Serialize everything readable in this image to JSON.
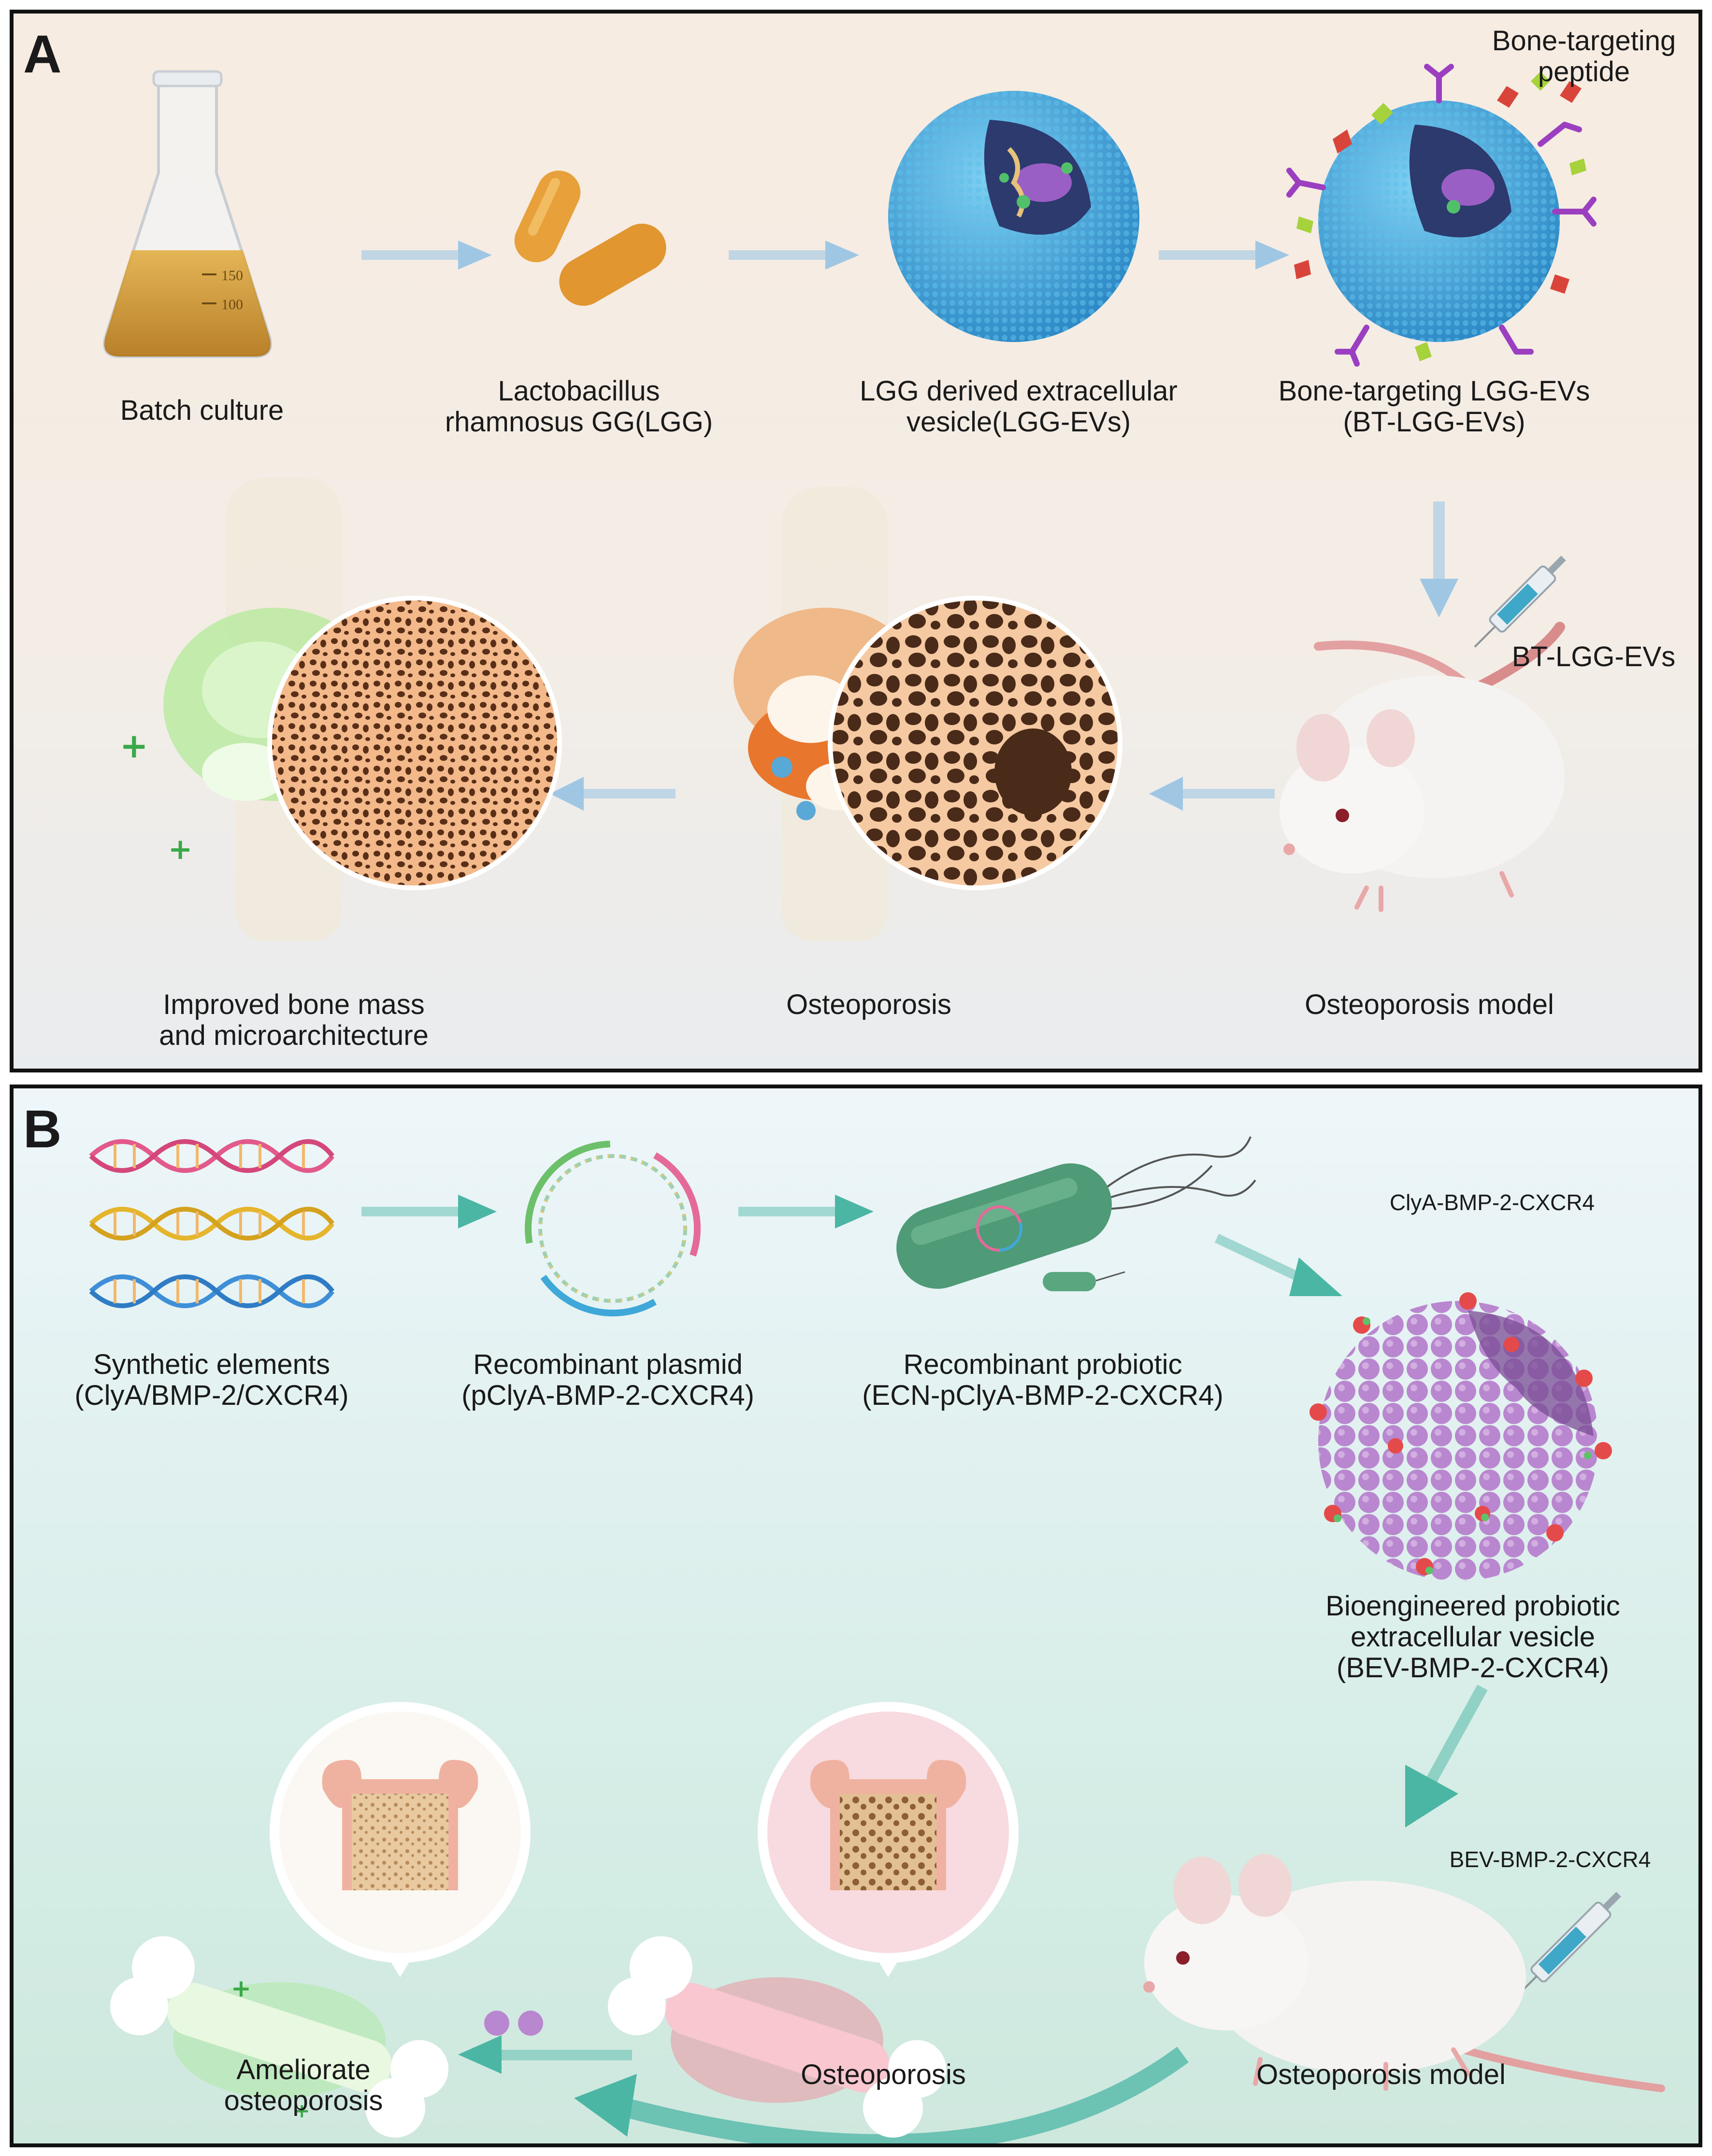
{
  "panels": {
    "A": {
      "letter": "A",
      "labels": {
        "batch_culture": "Batch culture",
        "lgg": [
          "Lactobacillus",
          "rhamnosus GG(LGG)"
        ],
        "lgg_evs": [
          "LGG derived extracellular",
          "vesicle(LGG-EVs)"
        ],
        "bt_lgg_evs": [
          "Bone-targeting LGG-EVs",
          "(BT-LGG-EVs)"
        ],
        "bone_targeting_peptide": [
          "Bone-targeting",
          "peptide"
        ],
        "injection": "BT-LGG-EVs",
        "osteoporosis_model": "Osteoporosis model",
        "osteoporosis": "Osteoporosis",
        "improved": [
          "Improved bone mass",
          "and microarchitecture"
        ]
      },
      "flask_marks": [
        "150",
        "100"
      ]
    },
    "B": {
      "letter": "B",
      "labels": {
        "synthetic": [
          "Synthetic elements",
          "(ClyA/BMP-2/CXCR4)"
        ],
        "plasmid": [
          "Recombinant plasmid",
          "(pClyA-BMP-2-CXCR4)"
        ],
        "probiotic": [
          "Recombinant probiotic",
          "(ECN-pClyA-BMP-2-CXCR4)"
        ],
        "clya": "ClyA-BMP-2-CXCR4",
        "bev": [
          "Bioengineered probiotic",
          "extracellular vesicle",
          "(BEV-BMP-2-CXCR4)"
        ],
        "injection": "BEV-BMP-2-CXCR4",
        "osteoporosis_model": "Osteoporosis model",
        "osteoporosis": "Osteoporosis",
        "ameliorate": [
          "Ameliorate",
          "osteoporosis"
        ]
      }
    }
  },
  "colors": {
    "arrow_A": "#9fc7e4",
    "arrow_B": "#4bb6a4",
    "vesicle_blue": "#3aa6da",
    "vesicle_purple": "#b987cf",
    "probiotic_green": "#4f9a77",
    "lgg_orange": "#e8a03a",
    "bone_pore": "#4a2a18",
    "healthy_green": "#8fdc8a",
    "disease_pink": "#f28a98"
  },
  "icons": [
    "flask-icon",
    "bacteria-icon",
    "vesicle-icon",
    "peptide-icon",
    "syringe-icon",
    "mouse-icon",
    "knee-joint-icon",
    "bone-section-icon",
    "dna-icon",
    "plasmid-icon",
    "probiotic-icon",
    "vertebra-icon",
    "bone-icon"
  ]
}
